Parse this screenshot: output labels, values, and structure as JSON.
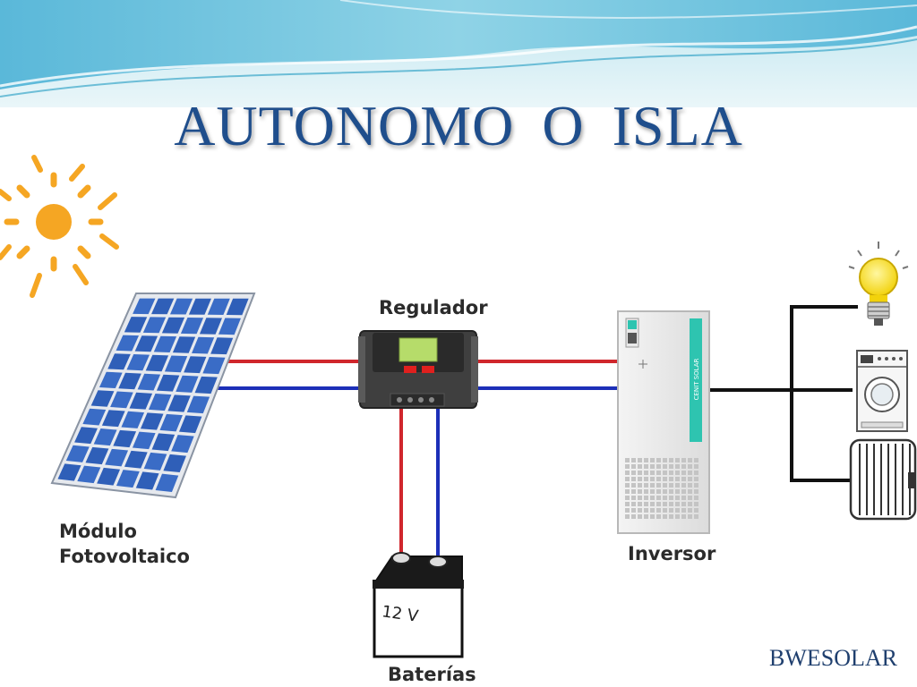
{
  "slide": {
    "title": "AUTONOMO  O  ISLA",
    "footer": "BWESOLAR"
  },
  "labels": {
    "module_line1": "Módulo",
    "module_line2": "Fotovoltaico",
    "regulator": "Regulador",
    "inverter": "Inversor",
    "batteries": "Baterías",
    "battery_voltage": "12 V",
    "inverter_brand": "CENIT SOLAR"
  },
  "colors": {
    "title": "#1f4e8c",
    "positive_wire": "#d0262c",
    "negative_wire": "#1c2fb8",
    "ac_wire": "#111111",
    "inverter_accent": "#2ec4b0",
    "sun": "#f5a623"
  }
}
